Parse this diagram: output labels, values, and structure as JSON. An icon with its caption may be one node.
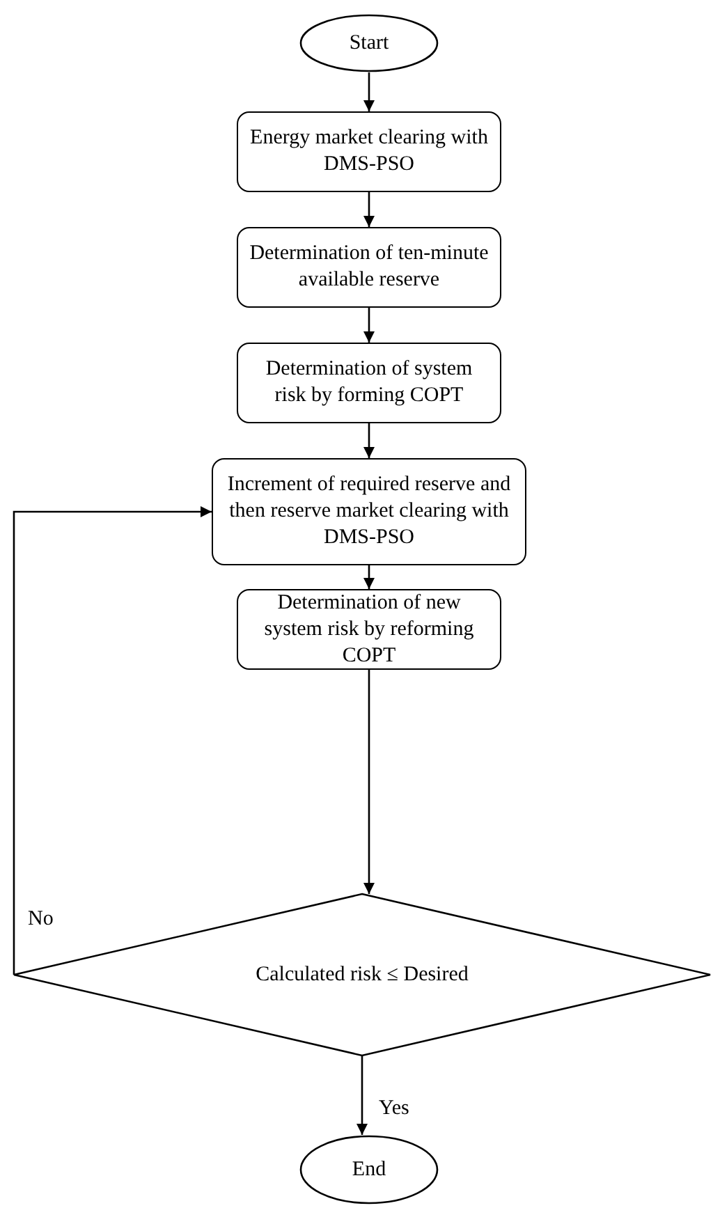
{
  "diagram": {
    "nodes": [
      {
        "text": [
          "Start"
        ]
      },
      {
        "text": [
          "Energy market clearing with DMS-PSO"
        ]
      },
      {
        "text": [
          "Determination of ten-minute available reserve"
        ]
      },
      {
        "text": [
          "Determination of system risk by forming COPT"
        ]
      },
      {
        "text": [
          "Increment of required reserve and then reserve market clearing with DMS-PSO"
        ]
      },
      {
        "text": [
          "Determination of new system risk by reforming COPT"
        ]
      },
      {
        "text": [
          "Calculated risk ≤ Desired"
        ]
      },
      {
        "text": [
          "End"
        ]
      }
    ],
    "edges": [
      {
        "from": 0,
        "to": 1,
        "arrow": "to"
      },
      {
        "from": 1,
        "to": 2,
        "arrow": "to"
      },
      {
        "from": 2,
        "to": 3,
        "arrow": "to"
      },
      {
        "from": 3,
        "to": 4,
        "arrow": "to"
      },
      {
        "from": 4,
        "to": 5,
        "arrow": "to"
      },
      {
        "from": 5,
        "to": 6,
        "arrow": "to"
      },
      {
        "from": 6,
        "to": 4,
        "arrow": "to",
        "label": "No"
      },
      {
        "from": 6,
        "to": 7,
        "arrow": "to",
        "label": "Yes"
      }
    ]
  }
}
